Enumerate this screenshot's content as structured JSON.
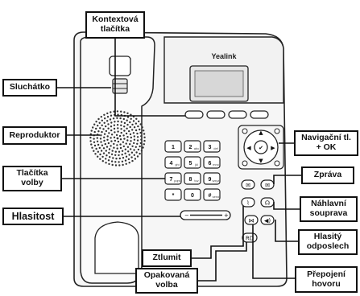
{
  "phone": {
    "brand": "Yealink",
    "keypad": [
      {
        "digit": "1",
        "sub": ""
      },
      {
        "digit": "2",
        "sub": "abc"
      },
      {
        "digit": "3",
        "sub": "def"
      },
      {
        "digit": "4",
        "sub": "ghi"
      },
      {
        "digit": "5",
        "sub": "jkl"
      },
      {
        "digit": "6",
        "sub": "mno"
      },
      {
        "digit": "7",
        "sub": "pqrs"
      },
      {
        "digit": "8",
        "sub": "tuv"
      },
      {
        "digit": "9",
        "sub": "wxyz"
      },
      {
        "digit": "*",
        "sub": ""
      },
      {
        "digit": "0",
        "sub": ""
      },
      {
        "digit": "#",
        "sub": "send"
      }
    ],
    "buttons": {
      "redial": "RD",
      "ok": "✔",
      "mute_icon": "microphone-icon",
      "message_icon": "envelope-icon",
      "headset_icon": "headset-icon",
      "speaker_icon": "speaker-icon",
      "transfer_icon": "transfer-icon"
    }
  },
  "labels": {
    "context_keys": "Kontextová\ntlačítka",
    "handset": "Sluchátko",
    "speaker": "Reproduktor",
    "dial_keys": "Tlačítka\nvolby",
    "volume": "Hlasitost",
    "mute": "Ztlumit",
    "redial": "Opakovaná\nvolba",
    "navigation": "Navigační tl.\n+ OK",
    "message": "Zpráva",
    "headset": "Náhlavní\nsouprava",
    "speakerphone": "Hlasitý\nodposlech",
    "transfer": "Přepojení\nhovoru"
  }
}
